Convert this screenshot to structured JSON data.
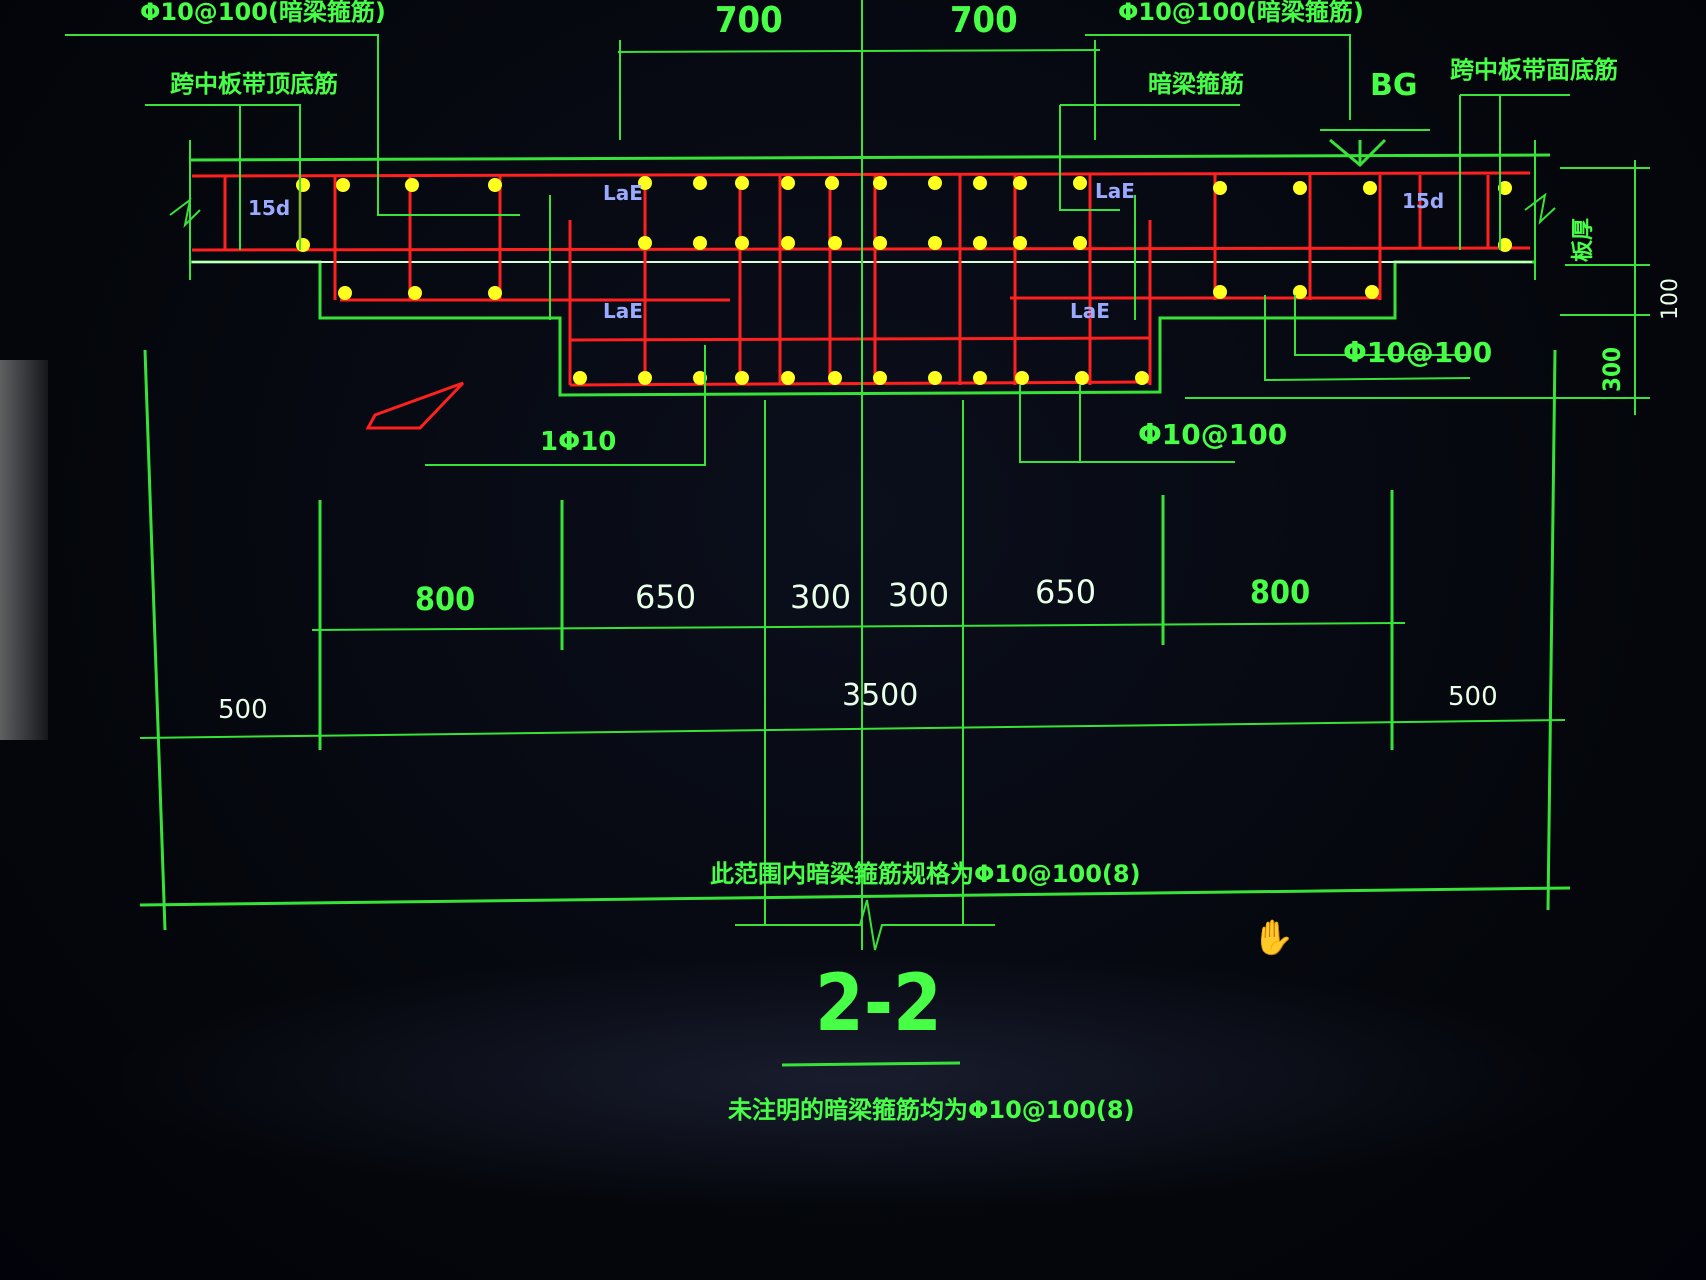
{
  "labels": {
    "top_left_note": "Φ10@100(暗梁箍筋)",
    "top_right_note": "Φ10@100(暗梁箍筋)",
    "left_band_note": "跨中板带顶底筋",
    "right_band_note": "跨中板带面底筋",
    "center_stirrup_note": "暗梁箍筋",
    "bg_mark": "BG",
    "phi_right_1": "Φ10@100",
    "phi_right_2": "Φ10@100",
    "left_small": "1Φ10",
    "anchor_15d_left": "15d",
    "anchor_15d_right": "15d",
    "lae": "LaE",
    "range_note": "此范围内暗梁箍筋规格为Φ10@100(8)",
    "section_title": "2-2",
    "footer_note": "未注明的暗梁箍筋均为Φ10@100(8)"
  },
  "dimensions": {
    "top": [
      "700",
      "700"
    ],
    "middle": [
      "800",
      "650",
      "300",
      "300",
      "650",
      "800"
    ],
    "total": "3500",
    "side_left": "500",
    "side_right": "500",
    "right_v_1": "板厚",
    "right_v_2": "100",
    "right_v_3": "300"
  },
  "colors": {
    "background": "#05070d",
    "dimension_line": "#38e238",
    "rebar": "#ff2020",
    "bar_section": "#ffff20",
    "text_blue": "#9aaaff"
  }
}
